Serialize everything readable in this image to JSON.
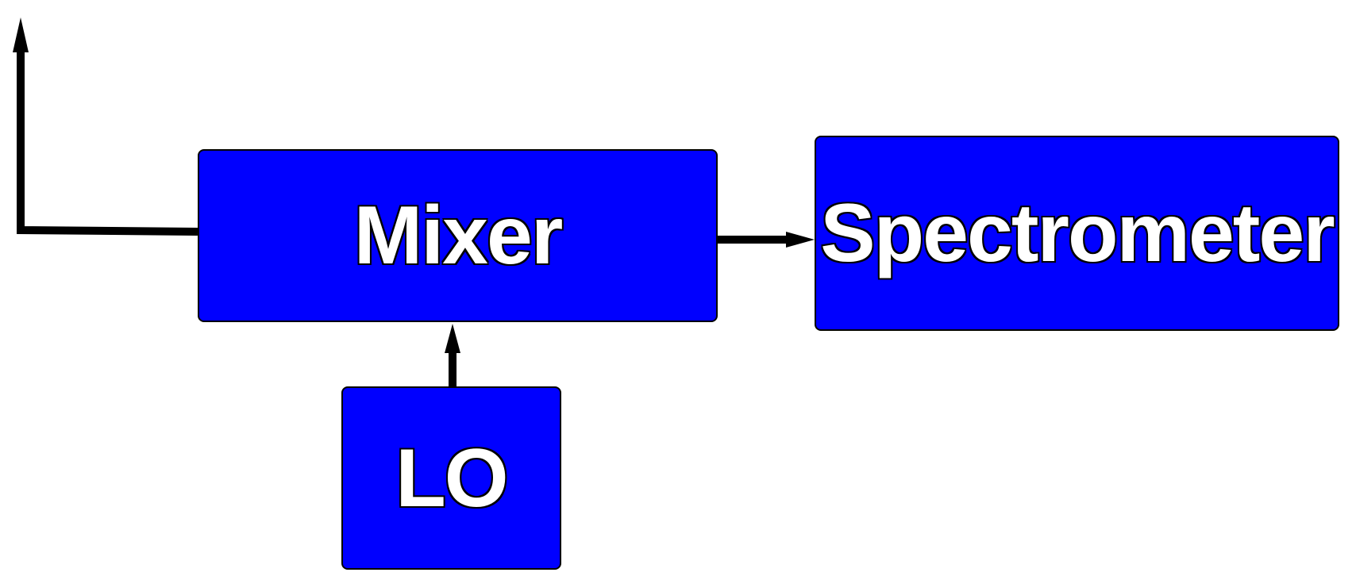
{
  "diagram": {
    "blocks": {
      "mixer": {
        "label": "Mixer"
      },
      "spectrometer": {
        "label": "Spectrometer"
      },
      "lo": {
        "label": "LO"
      }
    },
    "connections": [
      {
        "from": "mixer",
        "to": "input-up",
        "description": "signal path from mixer to upward input"
      },
      {
        "from": "lo",
        "to": "mixer"
      },
      {
        "from": "mixer",
        "to": "spectrometer"
      }
    ],
    "colors": {
      "block_fill": "#0000ff",
      "block_text": "#ffffff",
      "line": "#000000",
      "background": "#ffffff"
    }
  }
}
